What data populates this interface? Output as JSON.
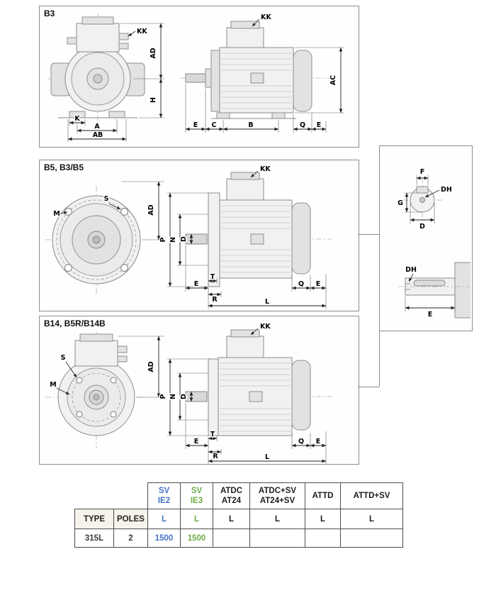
{
  "colors": {
    "accent_blue": "#4472C4",
    "accent_green": "#70AD47"
  },
  "panels": {
    "b3": {
      "title": "B3",
      "labels": {
        "kk_front": "KK",
        "ad": "AD",
        "h": "H",
        "k": "K",
        "a": "A",
        "ab": "AB",
        "kk_side": "KK",
        "e_front": "E",
        "c": "C",
        "b": "B",
        "q": "Q",
        "e_rear": "E",
        "ac": "AC"
      }
    },
    "b5": {
      "title": "B5, B3/B5",
      "labels": {
        "m": "M",
        "s": "S",
        "ad": "AD",
        "kk": "KK",
        "p": "P",
        "n": "N",
        "d": "D",
        "e_front": "E",
        "t": "T",
        "r": "R",
        "l": "L",
        "q": "Q",
        "e_rear": "E"
      }
    },
    "b14": {
      "title": "B14, B5R/B14B",
      "labels": {
        "s": "S",
        "m": "M",
        "ad": "AD",
        "kk": "KK",
        "p": "P",
        "n": "N",
        "d": "D",
        "e_front": "E",
        "t": "T",
        "r": "R",
        "l": "L",
        "q": "Q",
        "e_rear": "E"
      }
    }
  },
  "shaft_detail": {
    "f": "F",
    "dh_end": "DH",
    "g": "G",
    "d": "D",
    "dh_side": "DH",
    "e": "E"
  },
  "table": {
    "row_headers": {
      "type": "TYPE",
      "poles": "POLES"
    },
    "groups": [
      {
        "line1": "SV",
        "line2": "IE2"
      },
      {
        "line1": "SV",
        "line2": "IE3"
      },
      {
        "line1": "ATDC",
        "line2": "AT24"
      },
      {
        "line1": "ATDC+SV",
        "line2": "AT24+SV"
      },
      {
        "line1": "ATTD",
        "line2": ""
      },
      {
        "line1": "ATTD+SV",
        "line2": ""
      }
    ],
    "dim_labels": [
      "L",
      "L",
      "L",
      "L",
      "L",
      "L"
    ],
    "rows": [
      {
        "type": "315L",
        "poles": "2",
        "values": [
          "1500",
          "1500",
          "",
          "",
          "",
          ""
        ]
      }
    ]
  }
}
